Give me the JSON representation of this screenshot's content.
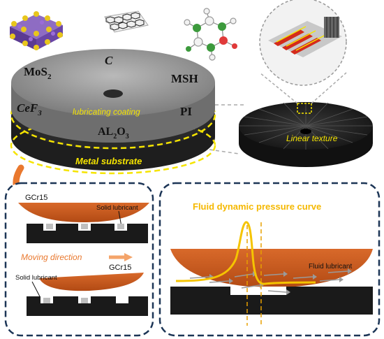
{
  "coating_labels": {
    "mos2": "MoS",
    "mos2_sub": "2",
    "c": "C",
    "msh": "MSH",
    "cef3": "CeF",
    "cef3_sub": "3",
    "pi": "PI",
    "al2o3_a": "AL",
    "al2o3_a_sub": "2",
    "al2o3_b": "O",
    "al2o3_b_sub": "3",
    "coating": "lubricating coating",
    "substrate": "Metal substrate"
  },
  "texture_label": "Linear texture",
  "left_panel": {
    "ball_top": "GCr15",
    "solid_top": "Solid lubricant",
    "direction": "Moving direction",
    "ball_bottom": "GCr15",
    "solid_bottom": "Solid lubricant"
  },
  "right_panel": {
    "title": "Fluid dynamic pressure curve",
    "fluid": "Fluid lubricant"
  },
  "colors": {
    "orange": "#c4581c",
    "yellow": "#f5c400",
    "navy": "#1c3556",
    "black": "#1a1a1a",
    "disk_gray": "#8c8c8c"
  }
}
